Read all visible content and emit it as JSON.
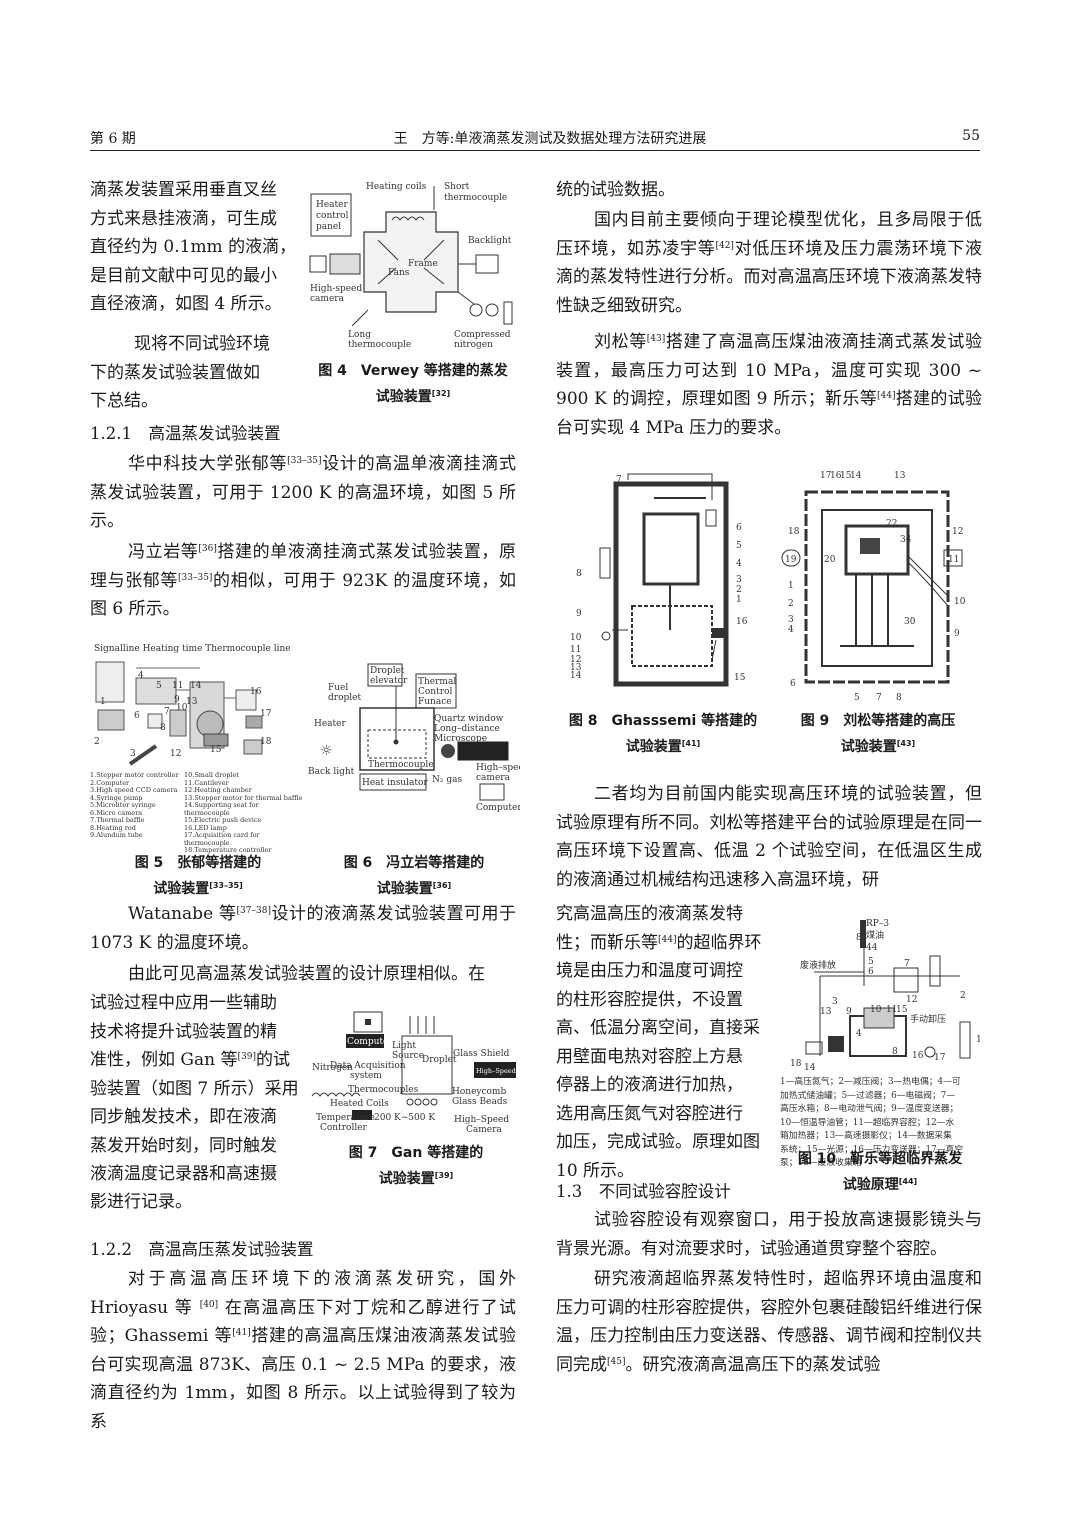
{
  "header": {
    "issue": "第 6 期",
    "title": "王　方等:单液滴蒸发测试及数据处理方法研究进展",
    "page_number": "55"
  },
  "left_col": {
    "p1": [
      "滴蒸发装置采用垂直叉丝",
      "方式来悬挂液滴，可生成",
      "直径约为 0.1mm 的液滴，",
      "是目前文献中可见的最小",
      "直径液滴，如图 4 所示。"
    ],
    "p2": [
      "现将不同试验环境",
      "下的蒸发试验装置做如",
      "下总结。"
    ],
    "sec_121": "1.2.1　高温蒸发试验装置",
    "p3": [
      "华中科技大学张郁等",
      "[33–35]",
      "设计的高温单液滴挂滴式蒸发试验装置，可用于 1200 K 的高温环境，如图 5 所示。"
    ],
    "p4": [
      "冯立岩等",
      "[36]",
      "搭建的单液滴挂滴式蒸发试验装置，原理与张郁等",
      "[33–35]",
      "的相似，可用于 923K 的温度环境，如图 6 所示。"
    ],
    "p5": [
      "Watanabe 等",
      "[37–38]",
      "设计的液滴蒸发试验装置可用于 1073 K 的温度环境。"
    ],
    "p6": "由此可见高温蒸发试验装置的设计原理相似。在",
    "p7": [
      "试验过程中应用一些辅助",
      "技术将提升试验装置的精",
      "准性，例如 Gan 等",
      "[39]",
      "的试",
      "验装置（如图 7 所示）采用",
      "同步触发技术，即在液滴",
      "蒸发开始时刻，同时触发",
      "液滴温度记录器和高速摄"
    ],
    "p7_end": "影进行记录。",
    "sec_122": "1.2.2　高温高压蒸发试验装置",
    "p8": [
      "对于高温高压环境下的液滴蒸发研究，国外 Hrioyasu 等 ",
      "[40]",
      " 在高温高压下对丁烷和乙醇进行了试验；Ghassemi 等",
      "[41]",
      "搭建的高温高压煤油液滴蒸发试验台可实现高温 873K、高压 0.1 ~ 2.5 MPa 的要求，液滴直径约为 1mm，如图 8 所示。以上试验得到了较为系"
    ]
  },
  "right_col": {
    "p1": "统的试验数据。",
    "p2": [
      "国内目前主要倾向于理论模型优化，且多局限于低压环境，如苏凌宇等",
      "[42]",
      "对低压环境及压力震荡环境下液滴的蒸发特性进行分析。而对高温高压环境下液滴蒸发特性缺乏细致研究。"
    ],
    "p3": [
      "刘松等",
      "[43]",
      "搭建了高温高压煤油液滴挂滴式蒸发试验装置，最高压力可达到 10 MPa，温度可实现 300 ~ 900 K 的调控，原理如图 9 所示；靳乐等",
      "[44]",
      "搭建的试验台可实现 4 MPa 压力的要求。"
    ],
    "p4": "二者均为目前国内能实现高压环境的试验装置，但试验原理有所不同。刘松等搭建平台的试验原理是在同一高压环境下设置高、低温 2 个试验空间，在低温区生成的液滴通过机械结构迅速移入高温环境，研",
    "p5": [
      "究高温高压的液滴蒸发特",
      "性；而靳乐等",
      "[44]",
      "的超临界环",
      "境是由压力和温度可调控",
      "的柱形容腔提供，不设置",
      "高、低温分离空间，直接采",
      "用壁面电热对容腔上方悬",
      "停器上的液滴进行加热，",
      "选用高压氮气对容腔进行",
      "加压，完成试验。原理如图",
      "10 所示。"
    ],
    "sec_13": "1.3　不同试验容腔设计",
    "p6": "试验容腔设有观察窗口，用于投放高速摄影镜头与背景光源。有对流要求时，试验通道贯穿整个容腔。",
    "p7": [
      "研究液滴超临界蒸发特性时，超临界环境由温度和压力可调的柱形容腔提供，容腔外包裹硅酸铝纤维进行保温，压力控制由压力变送器、传感器、调节阀和控制仪共同完成",
      "[45]",
      "。研究液滴高温高压下的蒸发试验"
    ]
  },
  "figures": {
    "fig4": {
      "caption_l1": "图 4　Verwey 等搭建的蒸发",
      "caption_l2": "试验装置",
      "ref": "[32]",
      "labels": {
        "heating_coils": "Heating coils",
        "short_tc_1": "Short",
        "short_tc_2": "thermocouple",
        "heater_1": "Heater",
        "heater_2": "control",
        "heater_3": "panel",
        "backlight": "Backlight",
        "frame": "Frame",
        "fans": "Fans",
        "hs_1": "High-speed",
        "hs_2": "camera",
        "long_1": "Long",
        "long_2": "thermocouple",
        "comp_1": "Compressed",
        "comp_2": "nitrogen"
      }
    },
    "fig5": {
      "caption_l1": "图 5　张郁等搭建的",
      "caption_l2": "试验装置",
      "ref": "[33–35]",
      "top_label": "Signalline   Heating time   Thermocouple line",
      "numbers": [
        "1",
        "2",
        "3",
        "4",
        "5",
        "6",
        "7",
        "8",
        "9",
        "10",
        "11",
        "12",
        "13",
        "14",
        "15",
        "16",
        "17",
        "18"
      ],
      "legend_left": [
        "1.Stepper motor controller",
        "2.Computer",
        "3.High speed CCD camera",
        "4.Syringe pump",
        "5.Microliter syringe",
        "6.Micro camera",
        "7.Thermal baffle",
        "8.Heating rod",
        "9.Alundum tube"
      ],
      "legend_right": [
        "10.Small droplet",
        "11.Cantilever",
        "12.Heating chamber",
        "13.Stepper motor for thermal baffle",
        "14.Supporting seat for thermocouple",
        "15.Electric push device",
        "16.LED lamp",
        "17.Acquisition card for thermocouple",
        "18.Temperature controller"
      ]
    },
    "fig6": {
      "caption_l1": "图 6　冯立岩等搭建的",
      "caption_l2": "试验装置",
      "ref": "[36]",
      "labels": {
        "elev_1": "Droplet",
        "elev_2": "elevator",
        "furn_1": "Thermal",
        "furn_2": "Control",
        "furn_3": "Funace",
        "fuel_1": "Fuel",
        "fuel_2": "droplet",
        "heater": "Heater",
        "qw_1": "Quartz window",
        "qw_2": "Long–distance",
        "qw_3": "Microscope",
        "backlight": "Back light",
        "tc": "Thermocouple",
        "hs_1": "High–speed",
        "hs_2": "camera",
        "n2": "N₂ gas",
        "insulator": "Heat insulator",
        "computer": "Computer"
      }
    },
    "fig7": {
      "caption_l1": "图 7　Gan 等搭建的",
      "caption_l2": "试验装置",
      "ref": "[39]",
      "labels": {
        "computer": "Computer",
        "light_1": "Light",
        "light_2": "Source",
        "shield": "Glass Shield",
        "nitrogen": "Nitrogen",
        "daq_1": "Data Acquisition",
        "daq_2": "system",
        "droplet": "Droplet",
        "hs_cam": "High–Speed Camera",
        "tcs": "Thermocouples",
        "heated_coils": "Heated Coils",
        "honey_1": "Honeycomb",
        "honey_2": "Glass Beads",
        "temp_1": "Temperature",
        "temp_2": "Controller",
        "range": "200 K~500 K",
        "hs2_1": "High–Speed",
        "hs2_2": "Camera"
      }
    },
    "fig8": {
      "caption_l1": "图 8　Ghasssemi 等搭建的",
      "caption_l2": "试验装置",
      "ref": "[41]",
      "numbers": [
        "1",
        "2",
        "3",
        "4",
        "5",
        "6",
        "7",
        "8",
        "9",
        "10",
        "11",
        "12",
        "13",
        "14",
        "15",
        "16"
      ]
    },
    "fig9": {
      "caption_l1": "图 9　刘松等搭建的高压",
      "caption_l2": "试验装置",
      "ref": "[43]",
      "numbers": [
        "1",
        "2",
        "3",
        "4",
        "5",
        "6",
        "7",
        "8",
        "9",
        "10",
        "11",
        "12",
        "13",
        "14",
        "15",
        "16",
        "17",
        "18",
        "19",
        "20",
        "22",
        "30",
        "34"
      ]
    },
    "fig10": {
      "caption_l1": "图 10　靳乐等超临界蒸发",
      "caption_l2": "试验原理",
      "ref": "[44]",
      "labels": {
        "rp3": "RP–3",
        "kerosene": "煤油",
        "waste": "废液排放",
        "manual": "手动卸压"
      },
      "numbers": [
        "1",
        "2",
        "3",
        "4",
        "5",
        "6",
        "7",
        "8",
        "9",
        "10",
        "11",
        "12",
        "13",
        "14",
        "15",
        "16",
        "17",
        "18",
        "44"
      ],
      "legend": [
        "1—高压氮气；2—减压阀；3—热电偶；4—可",
        "加热式储油罐；5—过滤器；6—电磁阀；7—",
        "高压水箱；8—电动泄气阀；9—温度变送器；",
        "10—恒温导油管；11—超临界容腔；12—水",
        "箱加热器；13—高速摄影仪；14—数据采集",
        "系统；15—光源；16—压力变送器；17—真空",
        "泵；18—废液收集箱"
      ]
    }
  }
}
